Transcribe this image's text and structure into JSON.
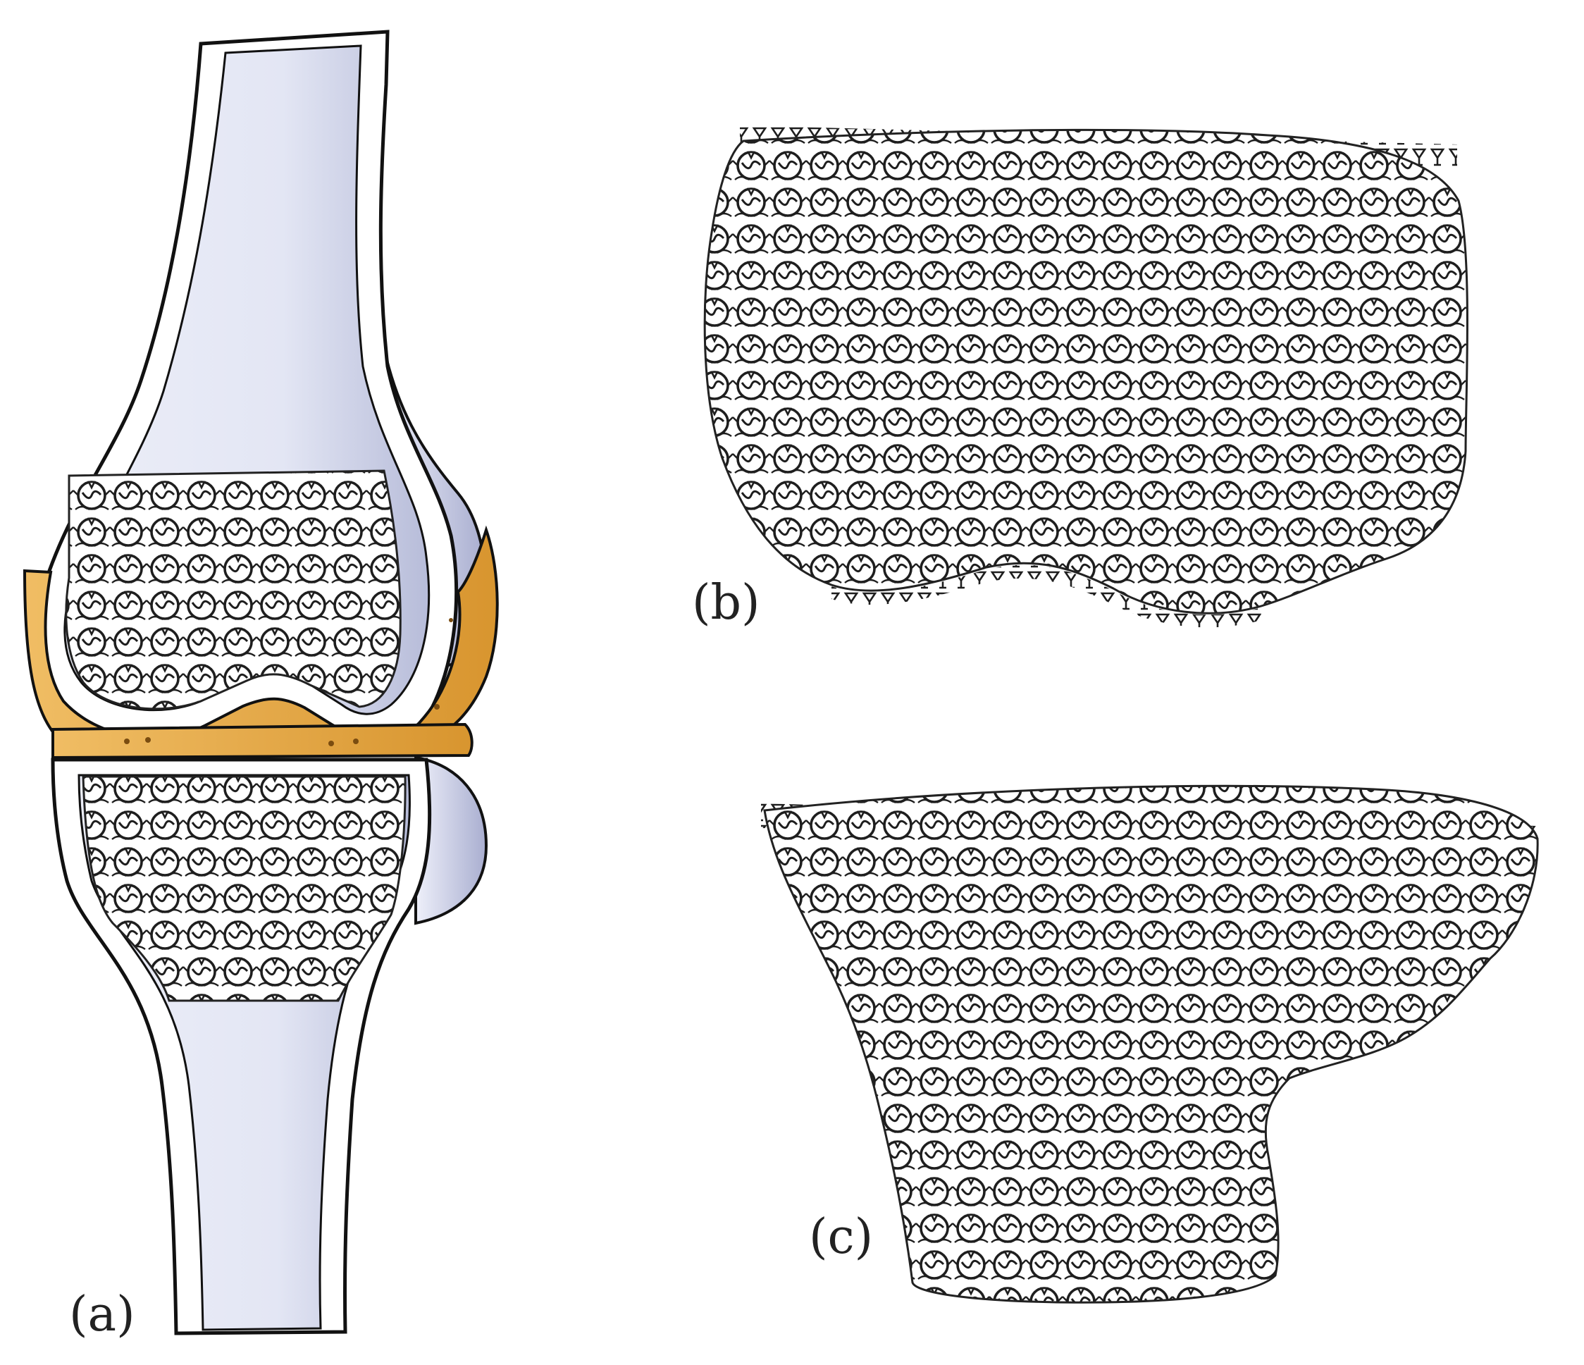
{
  "labels": {
    "a": "(a)",
    "b": "(b)",
    "c": "(c)"
  },
  "colors": {
    "background": "#ffffff",
    "bone_shell": "#ffffff",
    "bone_interior": "#dfe3f3",
    "bone_shadow": "#b9bedb",
    "cartilage": "#e9ab4a",
    "cartilage_dark": "#c98a2a",
    "lattice_stroke": "#222222",
    "outline": "#111111"
  },
  "icons": {
    "femur": "femur-cross-section",
    "tibia": "tibia-cross-section",
    "scaffold": "gyroid-lattice-scaffold"
  }
}
